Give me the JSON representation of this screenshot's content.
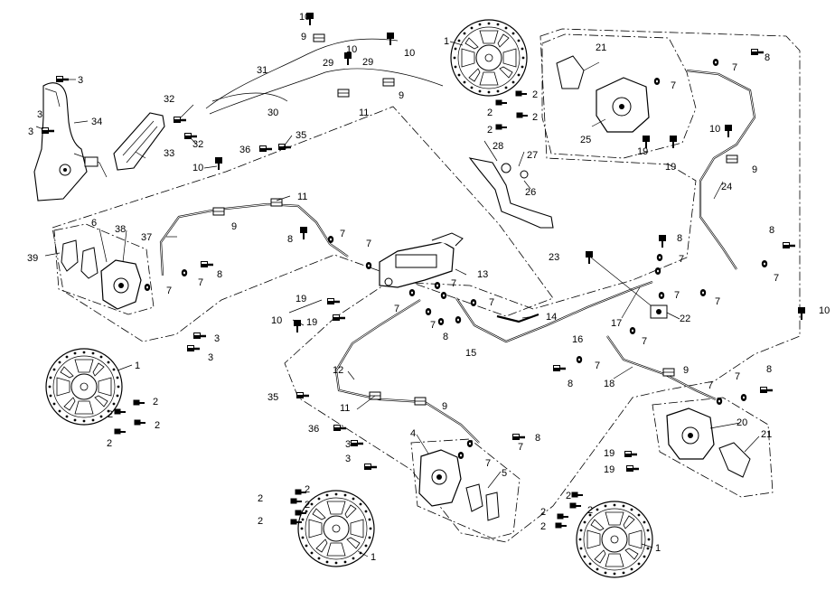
{
  "diagram": {
    "description_kind": "exploded parts diagram - brake system",
    "colors": {
      "ink": "#000000",
      "paper": "#ffffff"
    },
    "callouts": [
      "1",
      "2",
      "3",
      "4",
      "5",
      "6",
      "7",
      "8",
      "9",
      "10",
      "11",
      "12",
      "13",
      "14",
      "15",
      "16",
      "17",
      "18",
      "19",
      "20",
      "21",
      "22",
      "23",
      "24",
      "25",
      "26",
      "27",
      "28",
      "29",
      "30",
      "31",
      "32",
      "33",
      "34",
      "35",
      "36",
      "37",
      "38",
      "39"
    ],
    "parts_shown": [
      "brake-disc",
      "screw",
      "bolt",
      "caliper",
      "brake-pad",
      "hose-clip",
      "washer",
      "banjo-bolt",
      "hose-guide",
      "brake-hose",
      "master-cylinder",
      "pipe",
      "junction",
      "hand-brake-cable",
      "pedal",
      "bracket",
      "lever"
    ]
  }
}
